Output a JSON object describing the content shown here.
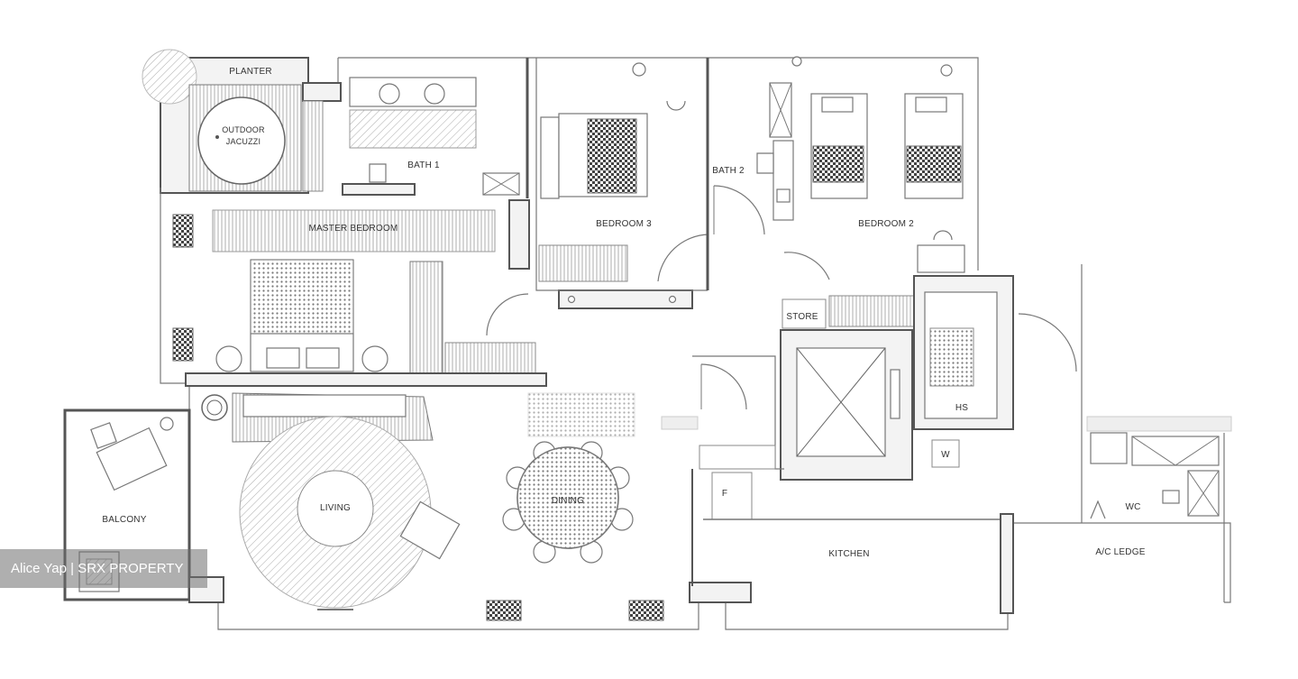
{
  "rooms": {
    "planter": "PLANTER",
    "outdoor": "OUTDOOR",
    "jacuzzi": "JACUZZI",
    "bath1": "BATH 1",
    "master_bedroom": "MASTER BEDROOM",
    "bedroom3": "BEDROOM 3",
    "bath2": "BATH 2",
    "bedroom2": "BEDROOM 2",
    "store": "STORE",
    "hs": "HS",
    "w": "W",
    "f": "F",
    "balcony": "BALCONY",
    "living": "LIVING",
    "dining": "DINING",
    "kitchen": "KITCHEN",
    "wc": "WC",
    "ac_ledge": "A/C LEDGE"
  },
  "watermark": "Alice Yap | SRX PROPERTY",
  "colors": {
    "line": "#555555",
    "background": "#ffffff",
    "watermark_bg": "#6e6e6e"
  }
}
